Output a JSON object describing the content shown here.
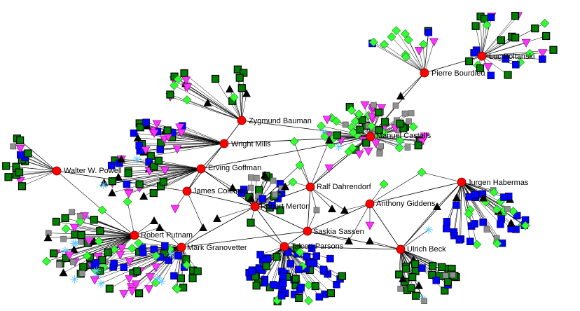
{
  "network": {
    "colors": {
      "hub": "#ff0000",
      "edge": "#000000",
      "blue_square": "#0000ff",
      "green_box": "#008000",
      "gray_square": "#909090",
      "lime_diamond": "#33ff33",
      "magenta_triangle": "#ff33ff",
      "cyan_cross": "#66ccff",
      "black_triangle": "#000000"
    },
    "hubs": [
      {
        "id": "pb",
        "label": "Pierre Bourdieu"
      },
      {
        "id": "lb",
        "label": "Luc Boltanski"
      },
      {
        "id": "zb",
        "label": "Zygmund Bauman"
      },
      {
        "id": "mc",
        "label": "Manuel Castells"
      },
      {
        "id": "wm",
        "label": "Wright Mills"
      },
      {
        "id": "eg",
        "label": "Erving Goffman"
      },
      {
        "id": "wp",
        "label": "Walter W. Powell"
      },
      {
        "id": "jc",
        "label": "James Coleman"
      },
      {
        "id": "rd",
        "label": "Ralf Dahrendorf"
      },
      {
        "id": "jh",
        "label": "Jurgen Habermas"
      },
      {
        "id": "rm",
        "label": "Robert Merton"
      },
      {
        "id": "ag",
        "label": "Anthony Giddens"
      },
      {
        "id": "rp",
        "label": "Robert Putnam"
      },
      {
        "id": "ss",
        "label": "Saskia Sassen"
      },
      {
        "id": "tp",
        "label": "Talcott Parsons"
      },
      {
        "id": "mg",
        "label": "Mark Granovetter"
      },
      {
        "id": "ub",
        "label": "Ulrich Beck"
      }
    ],
    "hub_links": [
      [
        "pb",
        "mc"
      ],
      [
        "lb",
        "pb"
      ],
      [
        "zb",
        "mc"
      ],
      [
        "wm",
        "mc"
      ],
      [
        "eg",
        "mc"
      ],
      [
        "rd",
        "mc"
      ],
      [
        "wm",
        "jc"
      ],
      [
        "eg",
        "jc"
      ],
      [
        "eg",
        "wm"
      ],
      [
        "jc",
        "rm"
      ],
      [
        "rm",
        "rd"
      ],
      [
        "rd",
        "ss"
      ],
      [
        "rm",
        "ss"
      ],
      [
        "ss",
        "ag"
      ],
      [
        "ag",
        "jh"
      ],
      [
        "ag",
        "ub"
      ],
      [
        "ss",
        "tp"
      ],
      [
        "mg",
        "ss"
      ],
      [
        "rp",
        "mg"
      ],
      [
        "tp",
        "rm"
      ],
      [
        "mg",
        "rm"
      ],
      [
        "ss",
        "ub"
      ],
      [
        "wp",
        "jc"
      ],
      [
        "zb",
        "wm"
      ],
      [
        "jh",
        "ub"
      ],
      [
        "tp",
        "ub"
      ],
      [
        "eg",
        "rm"
      ],
      [
        "rd",
        "mc"
      ]
    ]
  }
}
